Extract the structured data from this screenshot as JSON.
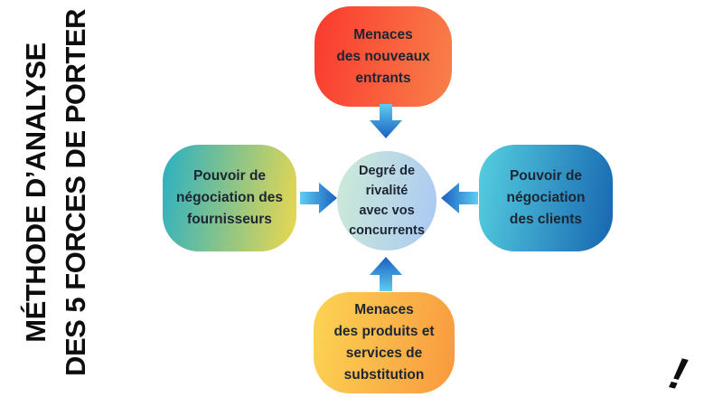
{
  "title": {
    "line1": "MÉTHODE D’ANALYSE",
    "line2": "DES 5 FORCES DE PORTER"
  },
  "diagram": {
    "center": {
      "label": "Degré de\nrivalité\navec vos\nconcurrents",
      "gradient": [
        "#cdebd6",
        "#aac8f4"
      ]
    },
    "forces": [
      {
        "id": "new-entrants",
        "position": "top",
        "label": "Menaces\ndes nouveaux\nentrants",
        "gradient": [
          "#fa392e",
          "#f9814a"
        ]
      },
      {
        "id": "suppliers",
        "position": "left",
        "label": "Pouvoir de\nnégociation des\nfournisseurs",
        "gradient": [
          "#29b0c3",
          "#ecd84e"
        ]
      },
      {
        "id": "clients",
        "position": "right",
        "label": "Pouvoir de\nnégociation\ndes clients",
        "gradient": [
          "#55cfe0",
          "#1766b0"
        ]
      },
      {
        "id": "substitutes",
        "position": "bottom",
        "label": "Menaces\ndes produits et\nservices de\nsubstitution",
        "gradient": [
          "#fcd453",
          "#f9993f"
        ]
      }
    ],
    "arrow_gradient": [
      "#5ecdf0",
      "#1a5fc0"
    ],
    "text_color": "#1d2533",
    "title_color": "#0d0d0d",
    "background": "#ffffff"
  },
  "decoration": {
    "exclamation": "!"
  }
}
